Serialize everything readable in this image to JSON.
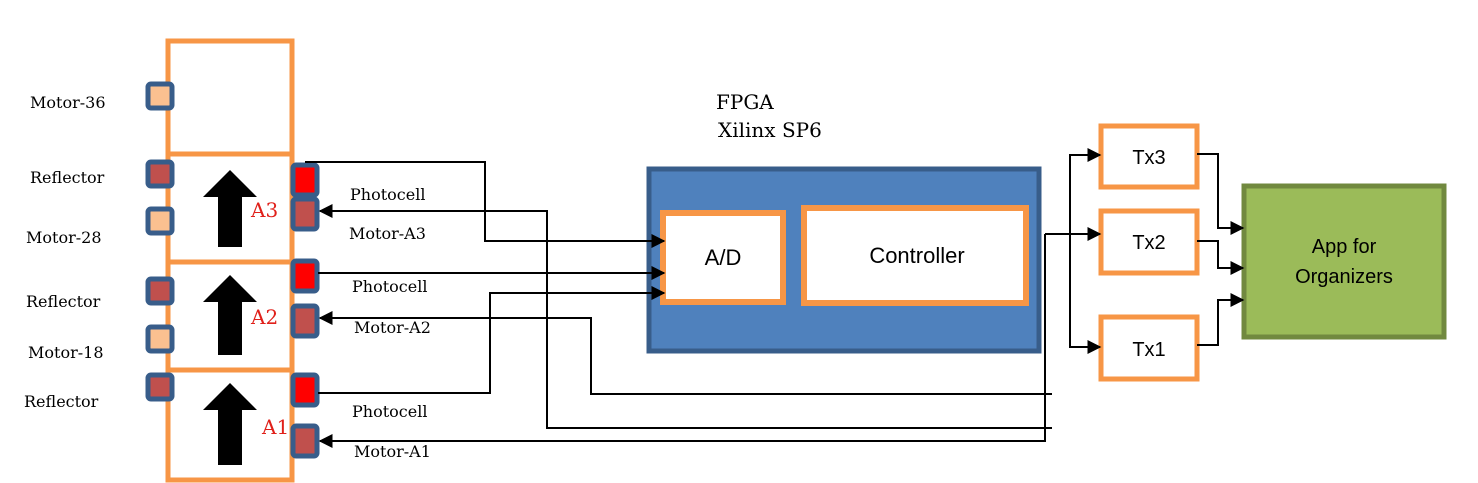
{
  "left_labels": {
    "motor_36": "Motor-36",
    "reflector_top": "Reflector",
    "motor_28": "Motor-28",
    "reflector_mid": "Reflector",
    "motor_18": "Motor-18",
    "reflector_bottom": "Reflector"
  },
  "cells": {
    "a3": "A3",
    "a2": "A2",
    "a1": "A1"
  },
  "signals": {
    "photocell_a3": "Photocell",
    "motor_a3": "Motor-A3",
    "photocell_a2": "Photocell",
    "motor_a2": "Motor-A2",
    "photocell_a1": "Photocell",
    "motor_a1": "Motor-A1"
  },
  "fpga": {
    "title": "FPGA",
    "subtitle": "Xilinx SP6",
    "ad": "A/D",
    "controller": "Controller"
  },
  "transmitters": {
    "tx3": "Tx3",
    "tx2": "Tx2",
    "tx1": "Tx1"
  },
  "app": {
    "line1": "App for",
    "line2": "Organizers"
  },
  "colors": {
    "orange": "#f79646",
    "blue_fill": "#4f81bd",
    "blue_border": "#385d8a",
    "green_fill": "#9bbb59",
    "green_border": "#71893f",
    "red": "#ff0000",
    "dark_red": "#c0504d",
    "peach": "#fac090",
    "label_red": "#e0201a"
  }
}
